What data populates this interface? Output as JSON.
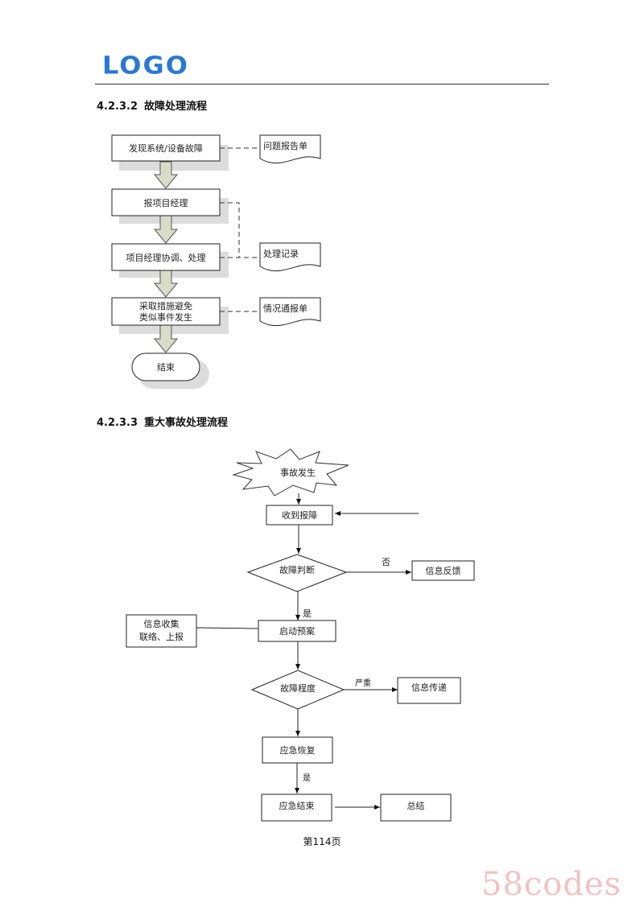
{
  "header": {
    "logo_text": "LOGO",
    "logo_color": "#2a78d6"
  },
  "sections": [
    {
      "number": "4.2.3.2",
      "title": "故障处理流程",
      "flow": {
        "steps": [
          {
            "label": "发现系统/设备故障"
          },
          {
            "label": "报项目经理"
          },
          {
            "label": "项目经理协调、处理"
          },
          {
            "label_line1": "采取措施避免",
            "label_line2": "类似事件发生"
          }
        ],
        "end": {
          "label": "结束"
        },
        "documents": [
          {
            "label": "问题报告单"
          },
          {
            "label": "处理记录"
          },
          {
            "label": "情况通报单"
          }
        ],
        "arrow_fill": "#d9dcc8"
      }
    },
    {
      "number": "4.2.3.3",
      "title": "重大事故处理流程",
      "flow": {
        "start": {
          "label": "事故发生"
        },
        "receive": {
          "label": "收到报障"
        },
        "decision1": {
          "label": "故障判断",
          "no_label": "否",
          "yes_label": "是"
        },
        "feedback": {
          "label": "信息反馈"
        },
        "activate": {
          "label": "启动预案"
        },
        "collect": {
          "label_line1": "信息收集",
          "label_line2": "联络、上报"
        },
        "decision2": {
          "label": "故障程度",
          "severe_label": "严重"
        },
        "transmit": {
          "label": "信息传递"
        },
        "recover": {
          "label": "应急恢复",
          "yes_label": "是"
        },
        "finish": {
          "label": "应急结束"
        },
        "summary": {
          "label": "总结"
        }
      }
    }
  ],
  "footer": {
    "page_number": "第114页"
  },
  "watermark": {
    "text": "58codes",
    "color": "#f2c2c2"
  }
}
